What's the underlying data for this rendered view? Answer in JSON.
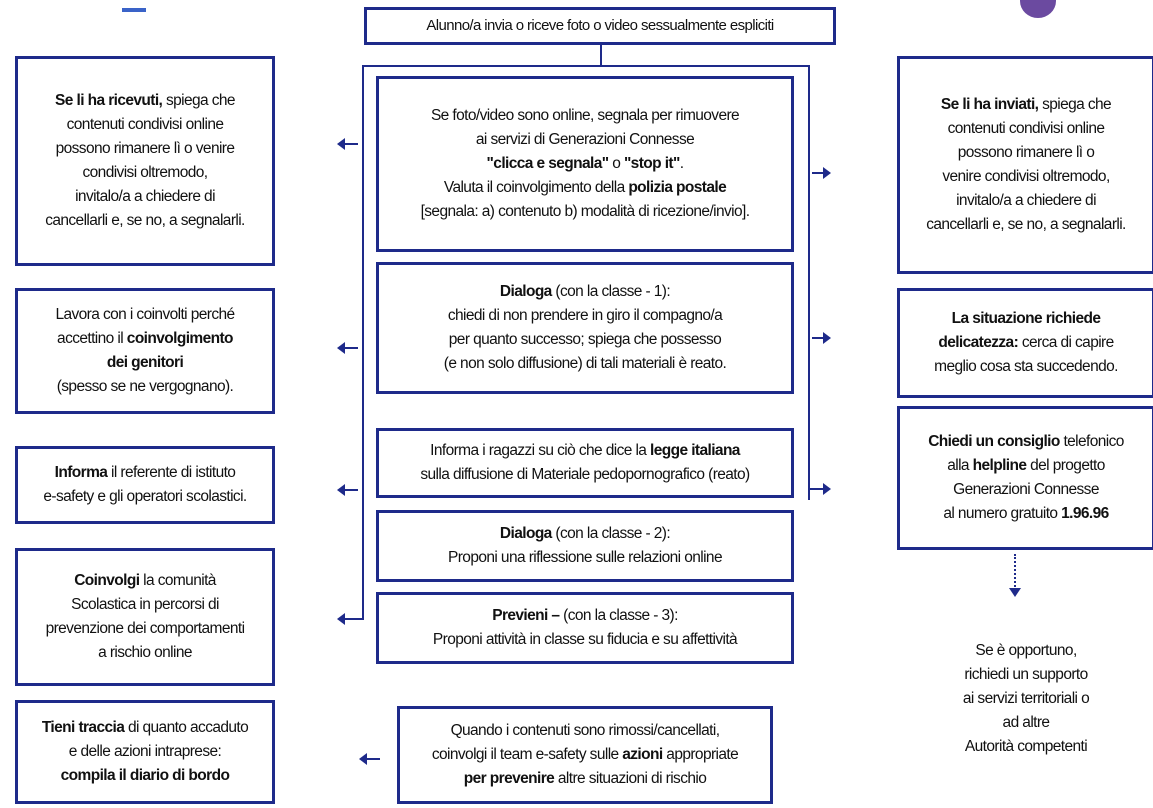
{
  "top": {
    "text": "Alunno/a invia o riceve foto o video sessualmente espliciti"
  },
  "center": [
    {
      "lines": [
        [
          {
            "t": "Se foto/video sono online, segnala per rimuovere",
            "b": false
          }
        ],
        [
          {
            "t": "ai servizi di  Generazioni Connesse",
            "b": false
          }
        ],
        [
          {
            "t": "\"clicca e segnala\"",
            "b": true
          },
          {
            "t": " o ",
            "b": false
          },
          {
            "t": "\"stop it\"",
            "b": true
          },
          {
            "t": ".",
            "b": false
          }
        ],
        [
          {
            "t": "Valuta il coinvolgimento della ",
            "b": false
          },
          {
            "t": "polizia postale",
            "b": true
          }
        ],
        [
          {
            "t": "[segnala: a) contenuto b) modalità di ricezione/invio].",
            "b": false
          }
        ]
      ]
    },
    {
      "lines": [
        [
          {
            "t": "Dialoga",
            "b": true
          },
          {
            "t": " (con la classe - 1):",
            "b": false
          }
        ],
        [
          {
            "t": "chiedi di non prendere in giro il compagno/a",
            "b": false
          }
        ],
        [
          {
            "t": "per quanto successo; spiega che possesso",
            "b": false
          }
        ],
        [
          {
            "t": "(e non solo  diffusione) di tali materiali è reato.",
            "b": false
          }
        ]
      ]
    },
    {
      "lines": [
        [
          {
            "t": "Informa i ragazzi su ciò che dice la ",
            "b": false
          },
          {
            "t": "legge italiana",
            "b": true
          }
        ],
        [
          {
            "t": "sulla diffusione di Materiale pedopornografico (reato)",
            "b": false
          }
        ]
      ]
    },
    {
      "lines": [
        [
          {
            "t": "Dialoga",
            "b": true
          },
          {
            "t": " (con la classe - 2):",
            "b": false
          }
        ],
        [
          {
            "t": "Proponi una riflessione sulle relazioni online",
            "b": false
          }
        ]
      ]
    },
    {
      "lines": [
        [
          {
            "t": "Previeni – ",
            "b": true
          },
          {
            "t": "(con la classe - 3):",
            "b": false
          }
        ],
        [
          {
            "t": "Proponi attività in classe su fiducia e su affettività",
            "b": false
          }
        ]
      ]
    }
  ],
  "bottom_center": {
    "lines": [
      [
        {
          "t": "Quando i contenuti sono rimossi/cancellati,",
          "b": false
        }
      ],
      [
        {
          "t": "coinvolgi il team e-safety sulle ",
          "b": false
        },
        {
          "t": "azioni",
          "b": true
        },
        {
          "t": " appropriate",
          "b": false
        }
      ],
      [
        {
          "t": "per prevenire",
          "b": true
        },
        {
          "t": " altre situazioni di rischio",
          "b": false
        }
      ]
    ]
  },
  "left": [
    {
      "lines": [
        [
          {
            "t": "Se li ha ricevuti,",
            "b": true
          },
          {
            "t": " spiega che",
            "b": false
          }
        ],
        [
          {
            "t": "contenuti condivisi online",
            "b": false
          }
        ],
        [
          {
            "t": "possono rimanere lì o venire",
            "b": false
          }
        ],
        [
          {
            "t": "condivisi oltremodo,",
            "b": false
          }
        ],
        [
          {
            "t": "invitalo/a a chiedere di",
            "b": false
          }
        ],
        [
          {
            "t": "cancellarli e, se no, a segnalarli.",
            "b": false
          }
        ]
      ]
    },
    {
      "lines": [
        [
          {
            "t": "Lavora con i coinvolti perché",
            "b": false
          }
        ],
        [
          {
            "t": "accettino il ",
            "b": false
          },
          {
            "t": "coinvolgimento",
            "b": true
          }
        ],
        [
          {
            "t": "dei genitori",
            "b": true
          }
        ],
        [
          {
            "t": "(spesso se ne vergognano).",
            "b": false
          }
        ]
      ]
    },
    {
      "lines": [
        [
          {
            "t": "Informa",
            "b": true
          },
          {
            "t": " il referente di istituto",
            "b": false
          }
        ],
        [
          {
            "t": "e-safety e gli operatori scolastici.",
            "b": false
          }
        ]
      ]
    },
    {
      "lines": [
        [
          {
            "t": "Coinvolgi",
            "b": true
          },
          {
            "t": " la comunità",
            "b": false
          }
        ],
        [
          {
            "t": "Scolastica in percorsi di",
            "b": false
          }
        ],
        [
          {
            "t": "prevenzione dei comportamenti",
            "b": false
          }
        ],
        [
          {
            "t": "a rischio online",
            "b": false
          }
        ]
      ]
    },
    {
      "lines": [
        [
          {
            "t": "Tieni traccia",
            "b": true
          },
          {
            "t": " di quanto accaduto",
            "b": false
          }
        ],
        [
          {
            "t": "e delle azioni intraprese:",
            "b": false
          }
        ],
        [
          {
            "t": "compila il diario di bordo",
            "b": true
          }
        ]
      ]
    }
  ],
  "right": [
    {
      "lines": [
        [
          {
            "t": "Se li ha inviati,",
            "b": true
          },
          {
            "t": " spiega che",
            "b": false
          }
        ],
        [
          {
            "t": "contenuti condivisi online",
            "b": false
          }
        ],
        [
          {
            "t": "possono rimanere lì o",
            "b": false
          }
        ],
        [
          {
            "t": "venire condivisi oltremodo,",
            "b": false
          }
        ],
        [
          {
            "t": "invitalo/a a chiedere di",
            "b": false
          }
        ],
        [
          {
            "t": "cancellarli e, se no, a segnalarli.",
            "b": false
          }
        ]
      ]
    },
    {
      "lines": [
        [
          {
            "t": "La situazione richiede",
            "b": true
          }
        ],
        [
          {
            "t": "delicatezza:",
            "b": true
          },
          {
            "t": " cerca di capire",
            "b": false
          }
        ],
        [
          {
            "t": "meglio cosa sta succedendo.",
            "b": false
          }
        ]
      ]
    },
    {
      "lines": [
        [
          {
            "t": "Chiedi un consiglio",
            "b": true
          },
          {
            "t": " telefonico",
            "b": false
          }
        ],
        [
          {
            "t": "alla ",
            "b": false
          },
          {
            "t": "helpline",
            "b": true
          },
          {
            "t": " del progetto",
            "b": false
          }
        ],
        [
          {
            "t": "Generazioni Connesse",
            "b": false
          }
        ],
        [
          {
            "t": "al numero gratuito ",
            "b": false
          },
          {
            "t": "1.96.96",
            "b": true
          }
        ]
      ]
    }
  ],
  "bottom_right": {
    "lines": [
      [
        {
          "t": "Se è opportuno,",
          "b": false
        }
      ],
      [
        {
          "t": "richiedi un supporto",
          "b": false
        }
      ],
      [
        {
          "t": "ai servizi territoriali o",
          "b": false
        }
      ],
      [
        {
          "t": "ad altre",
          "b": false
        }
      ],
      [
        {
          "t": "Autorità competenti",
          "b": false
        }
      ]
    ]
  },
  "colors": {
    "border": "#1e2a8a",
    "logo": "#6b4aa0"
  }
}
